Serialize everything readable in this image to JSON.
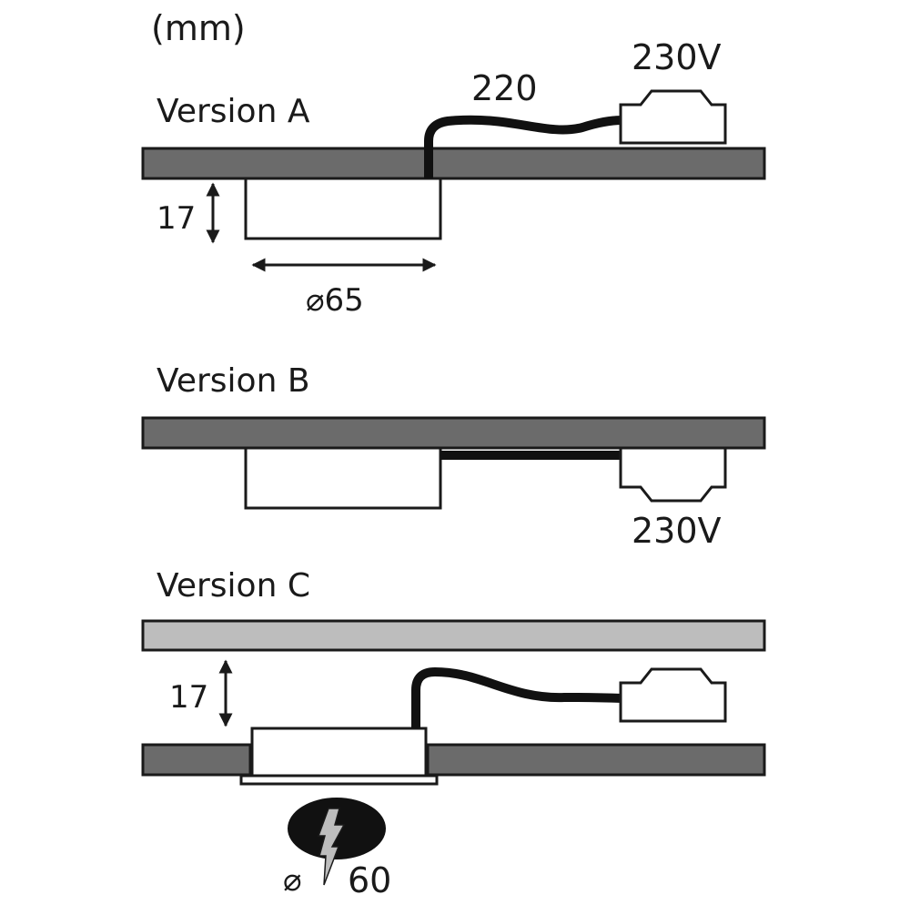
{
  "unit_label": "(mm)",
  "colors": {
    "board_dark": "#6b6b6b",
    "board_light": "#bdbdbd",
    "outline": "#1a1a1a",
    "cable": "#111111",
    "fill_white": "#ffffff"
  },
  "version_a": {
    "title": "Version A",
    "cable_length": "220",
    "voltage": "230V",
    "height": "17",
    "diameter": "⌀65"
  },
  "version_b": {
    "title": "Version B",
    "voltage": "230V"
  },
  "version_c": {
    "title": "Version C",
    "height": "17",
    "cutout_symbol": "⌀",
    "cutout_value": "60"
  }
}
